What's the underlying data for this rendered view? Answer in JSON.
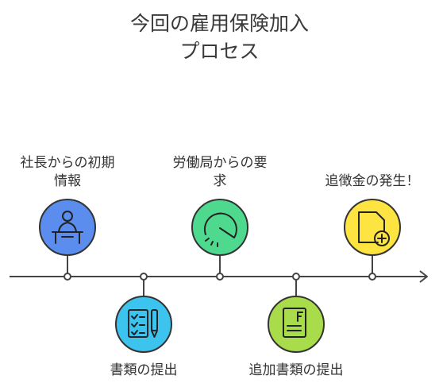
{
  "title": {
    "line1": "今回の雇用保険加入",
    "line2": "プロセス"
  },
  "steps": [
    {
      "label_line1": "社長からの初期",
      "label_line2": "情報",
      "icon": "person-at-desk-icon",
      "color": "#5b8def"
    },
    {
      "label_line1": "書類の提出",
      "label_line2": "",
      "icon": "checklist-and-pen-icon",
      "color": "#3cc3ee"
    },
    {
      "label_line1": "労働局からの要",
      "label_line2": "求",
      "icon": "gauge-icon",
      "color": "#4fd98f"
    },
    {
      "label_line1": "追加書類の提出",
      "label_line2": "",
      "icon": "document-icon",
      "color": "#a8dc4a"
    },
    {
      "label_line1": "追徴金の発生！",
      "label_line2": "",
      "icon": "add-document-icon",
      "color": "#fde440"
    }
  ]
}
